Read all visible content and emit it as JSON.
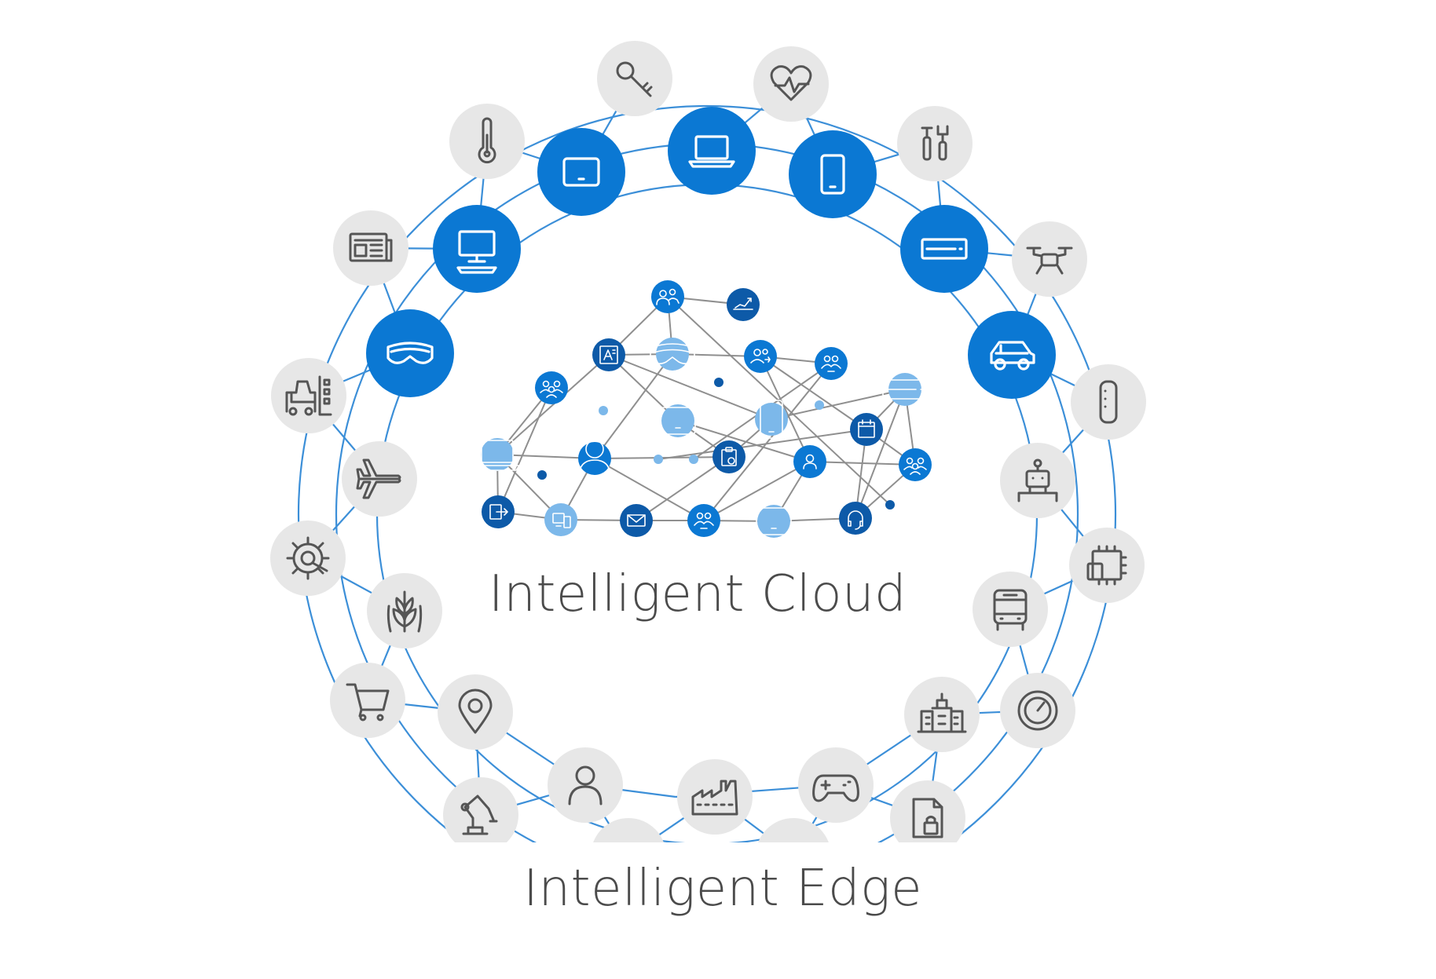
{
  "labels": {
    "cloud": "Intelligent Cloud",
    "edge": "Intelligent Edge"
  },
  "colors": {
    "ring_line": "#3c8fd8",
    "blue_node": "#0b78d3",
    "dark_node": "#0d5aa8",
    "light_node": "#7cb8ea",
    "grey_node": "#e7e7e7",
    "grey_icon": "#555555",
    "cloud_edge": "#8f8f8f"
  },
  "devices_ring": [
    "headset-icon",
    "monitor-icon",
    "tablet-icon",
    "laptop-icon",
    "phone-icon",
    "server-icon",
    "car-icon"
  ],
  "edge_ring_outer": [
    "key-icon",
    "heart-rate-icon",
    "tools-icon",
    "drone-icon",
    "wearable-icon",
    "chip-icon",
    "gauge-icon",
    "lock-document-icon",
    "factory-icon",
    "robot-arm-icon",
    "shopping-cart-icon",
    "gear-icon",
    "forklift-icon",
    "newspaper-icon",
    "thermometer-icon"
  ],
  "edge_ring_inner": [
    "airplane-icon",
    "wheat-icon",
    "location-pin-icon",
    "person-icon",
    "game-controller-icon",
    "building-icon",
    "bus-icon",
    "robot-icon"
  ],
  "cloud_nodes": [
    {
      "icon": "people-icon",
      "tone": "blue"
    },
    {
      "icon": "chart-icon",
      "tone": "dark"
    },
    {
      "icon": "contact-card-icon",
      "tone": "dark"
    },
    {
      "icon": "headset-icon",
      "tone": "light"
    },
    {
      "icon": "group-icon",
      "tone": "blue"
    },
    {
      "icon": "people-sync-icon",
      "tone": "blue"
    },
    {
      "icon": "team-icon",
      "tone": "blue"
    },
    {
      "icon": "tablet-icon",
      "tone": "light"
    },
    {
      "icon": "phone-icon",
      "tone": "light"
    },
    {
      "icon": "server-icon",
      "tone": "light"
    },
    {
      "icon": "calendar-icon",
      "tone": "dark"
    },
    {
      "icon": "laptop-icon",
      "tone": "light"
    },
    {
      "icon": "person-icon",
      "tone": "blue"
    },
    {
      "icon": "clipboard-icon",
      "tone": "dark"
    },
    {
      "icon": "user-icon",
      "tone": "blue"
    },
    {
      "icon": "group-icon",
      "tone": "blue"
    },
    {
      "icon": "sign-out-icon",
      "tone": "dark"
    },
    {
      "icon": "devices-icon",
      "tone": "light"
    },
    {
      "icon": "mail-icon",
      "tone": "dark"
    },
    {
      "icon": "team-icon",
      "tone": "blue"
    },
    {
      "icon": "tablet-icon",
      "tone": "light"
    },
    {
      "icon": "headphones-icon",
      "tone": "dark"
    }
  ]
}
